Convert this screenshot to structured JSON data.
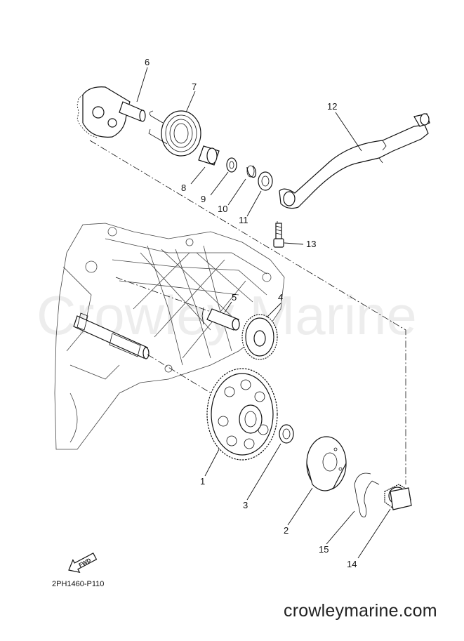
{
  "watermark": "Crowley Marine",
  "drawing_code": "2PH1460-P110",
  "site_url": "crowleymarine.com",
  "fwd_label": "FWD",
  "callouts": {
    "c1": "1",
    "c2": "2",
    "c3": "3",
    "c4": "4",
    "c5": "5",
    "c6": "6",
    "c7": "7",
    "c8": "8",
    "c9": "9",
    "c10": "10",
    "c11": "11",
    "c12": "12",
    "c13": "13",
    "c14": "14",
    "c15": "15"
  }
}
